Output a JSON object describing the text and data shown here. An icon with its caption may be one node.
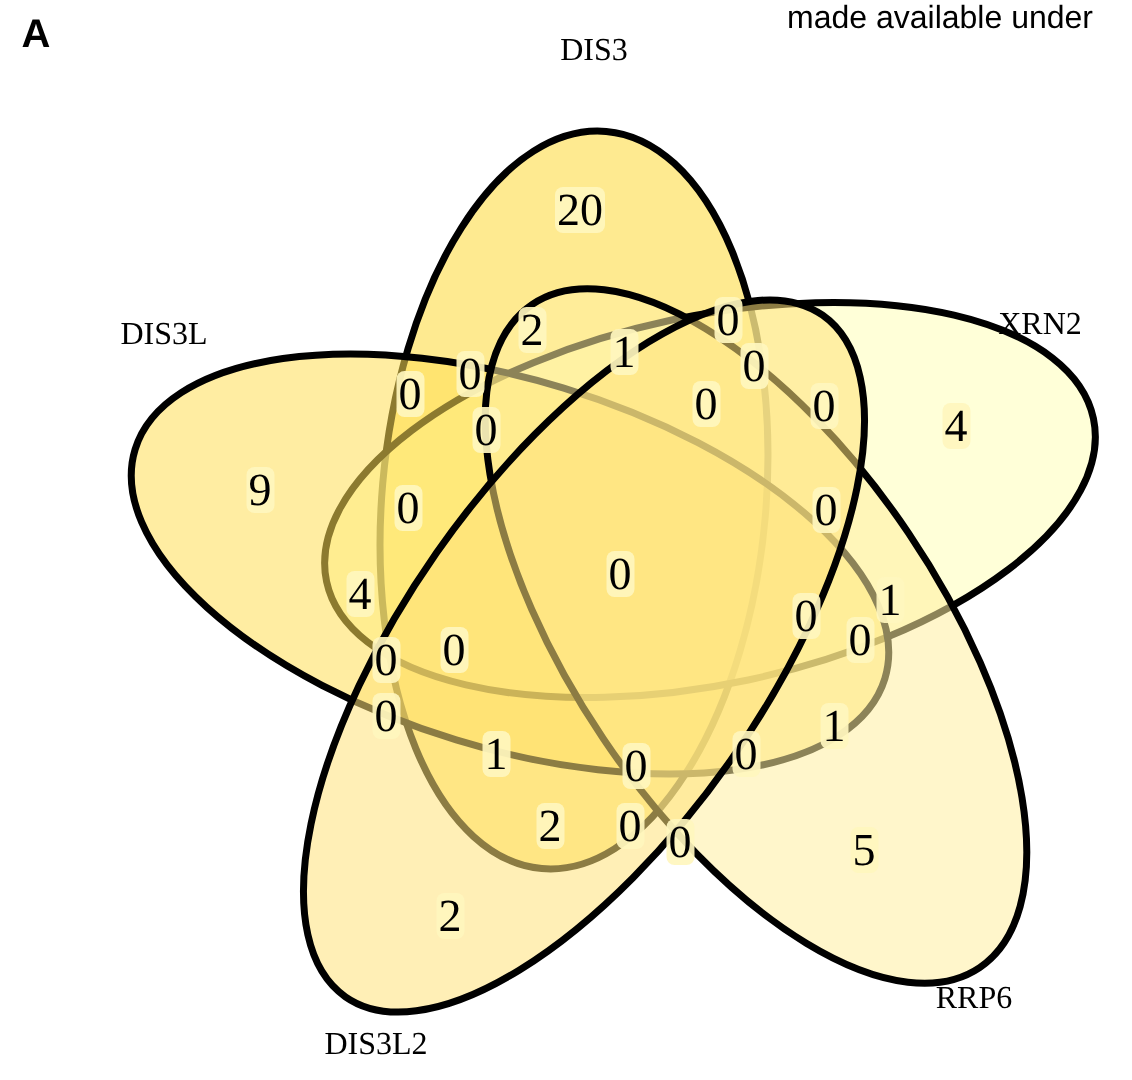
{
  "diagram": {
    "nodes": [
      {
        "text": [
          "DIS3"
        ]
      },
      {
        "text": [
          "XRN2"
        ]
      },
      {
        "text": [
          "DIS3L"
        ]
      },
      {
        "text": [
          "RRP6"
        ]
      },
      {
        "text": [
          "DIS3L2"
        ]
      }
    ],
    "labels": [
      "A",
      "made available under",
      "20",
      "2",
      "0",
      "1",
      "0",
      "0",
      "0",
      "0",
      "0",
      "0",
      "4",
      "9",
      "0",
      "0",
      "4",
      "0",
      "0",
      "1",
      "0",
      "0",
      "0",
      "0",
      "1",
      "1",
      "0",
      "0",
      "2",
      "0",
      "0",
      "5",
      "2"
    ]
  }
}
